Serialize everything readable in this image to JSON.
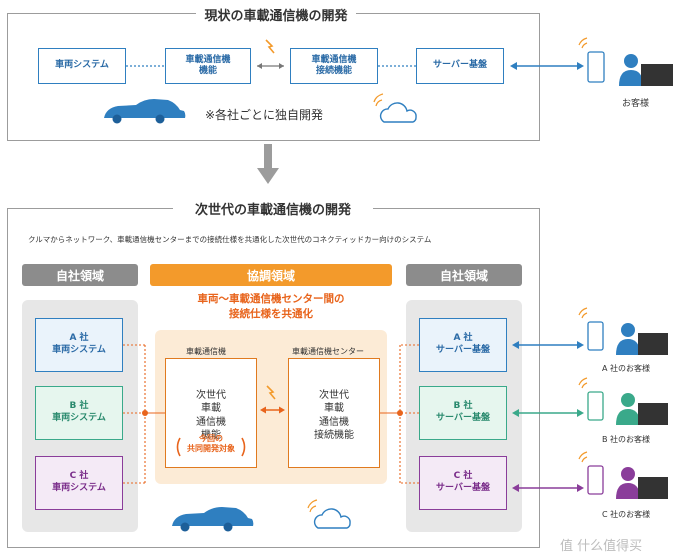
{
  "current": {
    "title": "現状の車載通信機の開発",
    "boxes": [
      "車両システム",
      "車載通信機\n機能",
      "車載通信機\n接続機能",
      "サーバー基盤"
    ],
    "note": "※各社ごとに独自開発",
    "customer": "お客様"
  },
  "next": {
    "title": "次世代の車載通信機の開発",
    "description": "クルマからネットワーク、車載通信機センターまでの接続仕様を共通化した次世代のコネクティッドカー向けのシステム",
    "own_left": "自社領域",
    "coop": "協調領域",
    "own_right": "自社領域",
    "coop_heading": "車両〜車載通信機センター間の\n接続仕様を共通化",
    "vehicles": [
      "A 社\n車両システム",
      "B 社\n車両システム",
      "C 社\n車両システム"
    ],
    "servers": [
      "A 社\nサーバー基盤",
      "B 社\nサーバー基盤",
      "C 社\nサーバー基盤"
    ],
    "device_label": "車載通信機",
    "center_label": "車載通信機センター",
    "device_box": "次世代\n車載\n通信機\n機能",
    "center_box": "次世代\n車載\n通信機\n接続機能",
    "joint_note": "今回の\n共同開発対象",
    "customers": [
      "A 社のお客様",
      "B 社のお客様",
      "C 社のお客様"
    ]
  },
  "watermark": "值 什么值得买",
  "colors": {
    "blue": "#2f7fc0",
    "green": "#3aa98a",
    "purple": "#8a3d9a",
    "orange": "#f39a2b",
    "gray": "#8c8c8c"
  }
}
